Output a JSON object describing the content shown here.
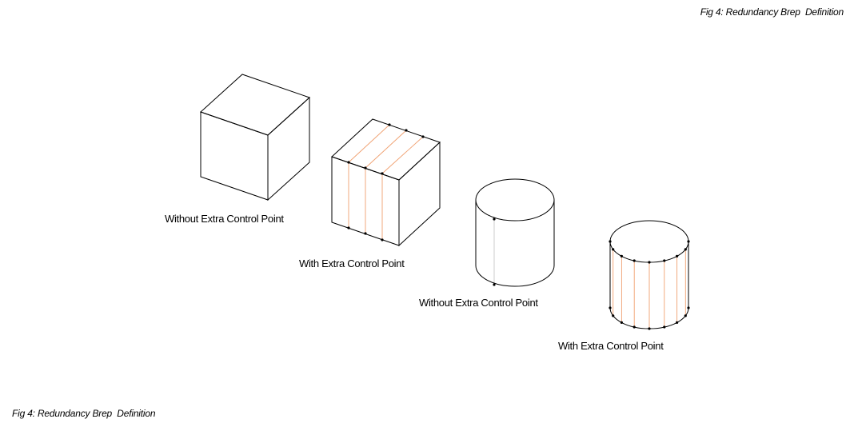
{
  "caption_top": "Fig 4: Redundancy Brep  Definition",
  "caption_bottom": "Fig 4: Redundancy Brep  Definition",
  "figures": [
    {
      "shape": "cube",
      "label": "Without Extra Control Point"
    },
    {
      "shape": "cube",
      "label": "With Extra Control Point"
    },
    {
      "shape": "cylinder",
      "label": "Without Extra Control Point"
    },
    {
      "shape": "cylinder",
      "label": "With Extra Control Point"
    }
  ],
  "colors": {
    "edge": "#000000",
    "extra_control_line": "#f0a070",
    "seam_line": "#c8c8c8"
  }
}
